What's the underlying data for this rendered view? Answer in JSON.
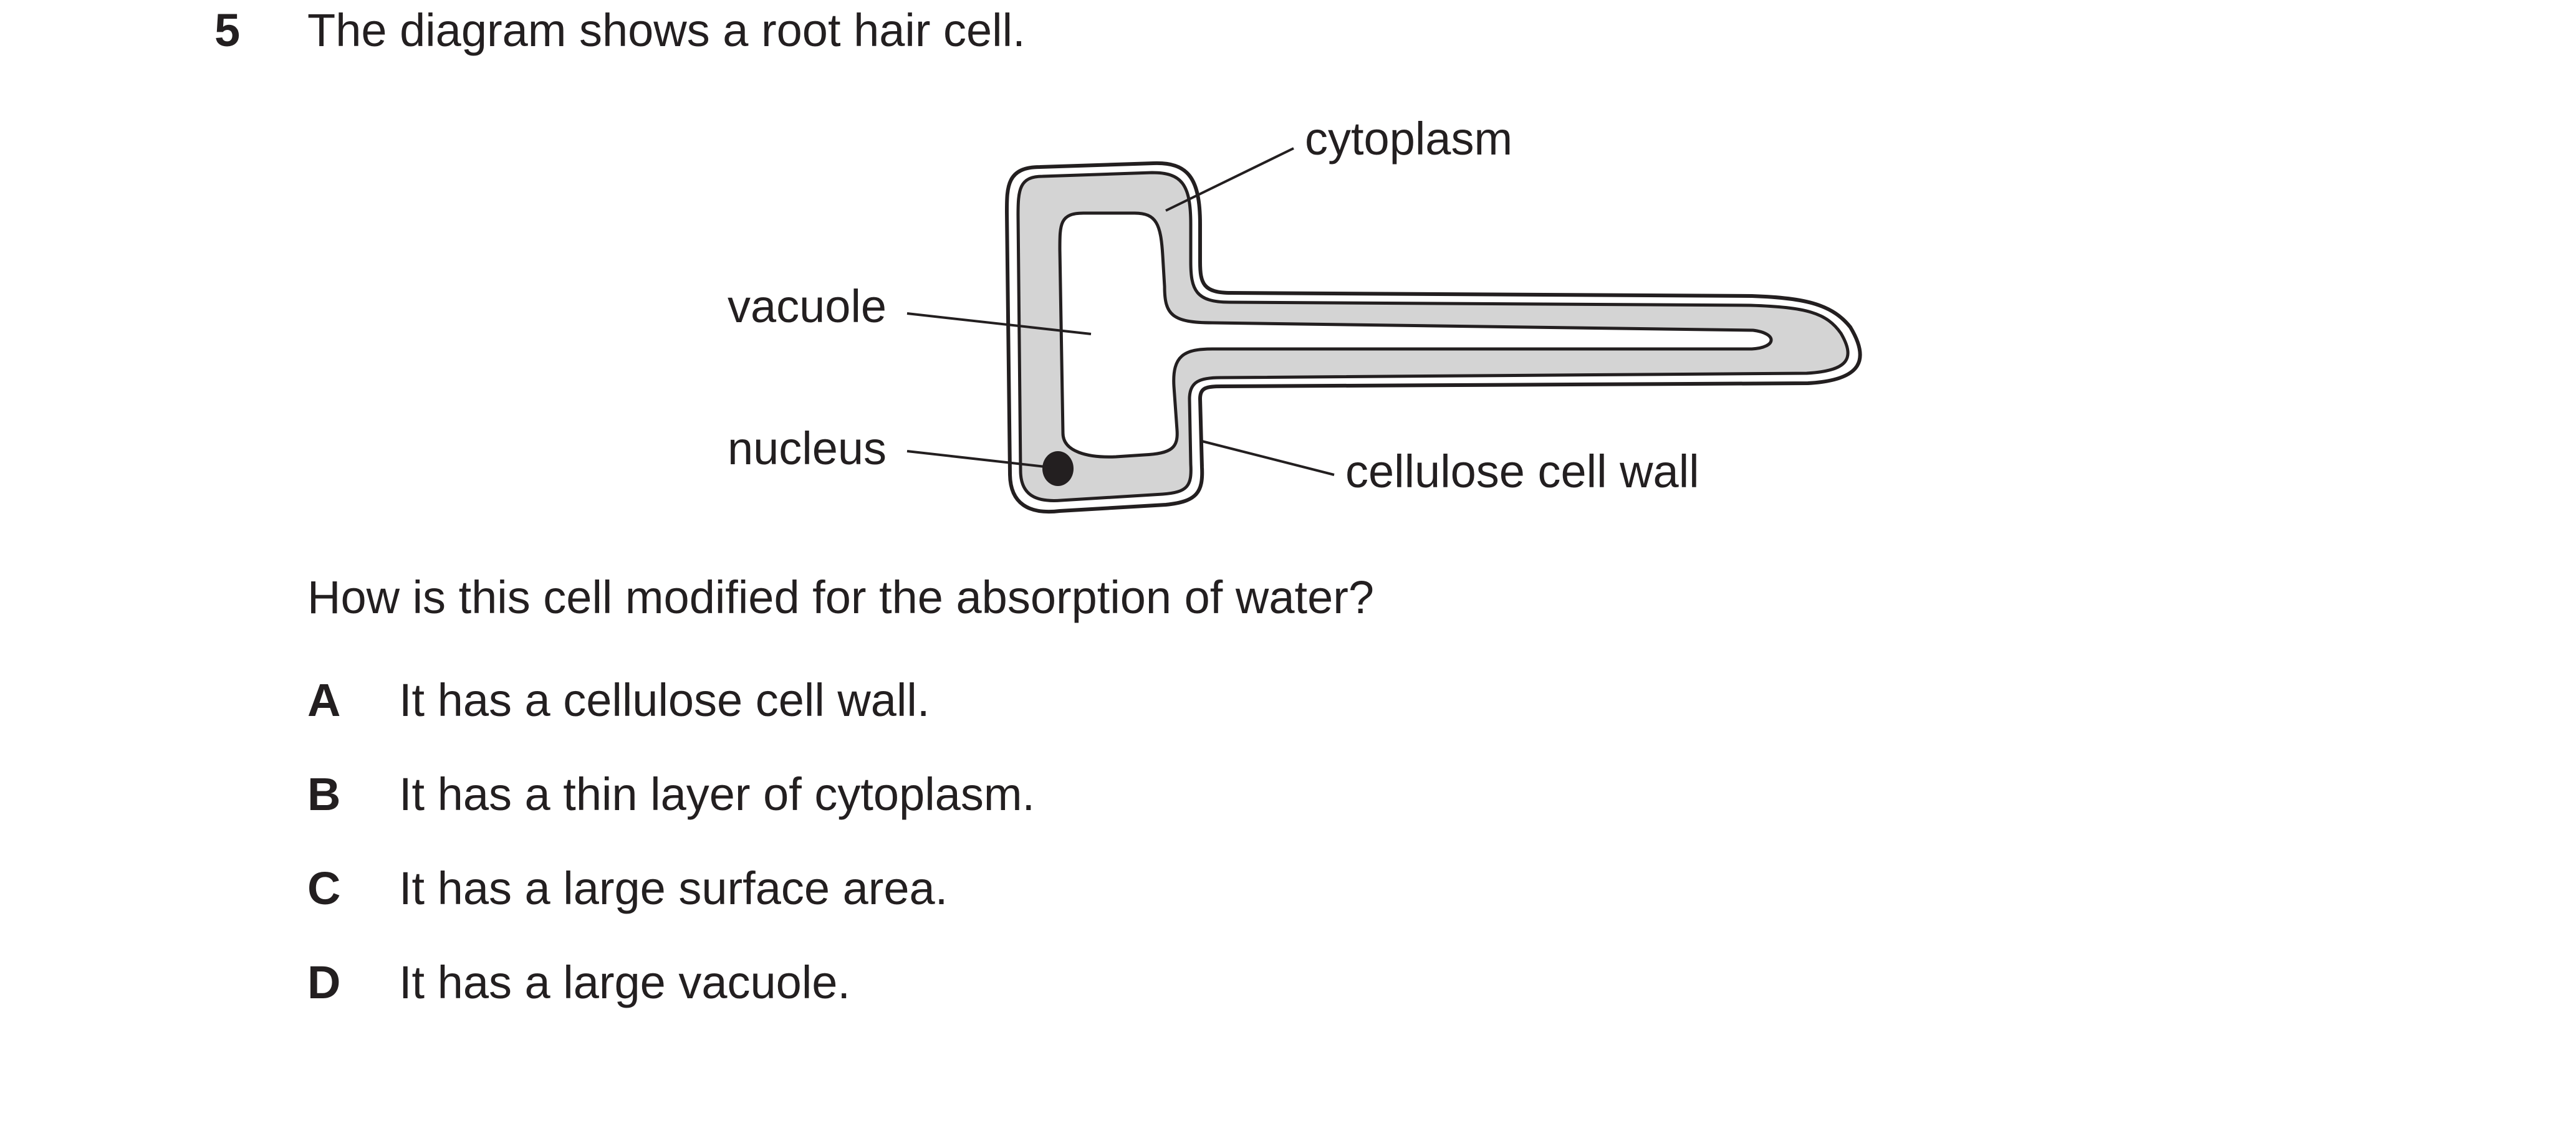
{
  "question": {
    "number": "5",
    "stem": "The diagram shows a root hair cell.",
    "prompt": "How is this cell modified for the absorption of water?",
    "options": [
      {
        "letter": "A",
        "text": "It has a cellulose cell wall."
      },
      {
        "letter": "B",
        "text": "It has a thin layer of cytoplasm."
      },
      {
        "letter": "C",
        "text": "It has a large surface area."
      },
      {
        "letter": "D",
        "text": "It has a large vacuole."
      }
    ]
  },
  "diagram": {
    "labels": {
      "cytoplasm": "cytoplasm",
      "vacuole": "vacuole",
      "nucleus": "nucleus",
      "cell_wall": "cellulose cell wall"
    },
    "colors": {
      "cytoplasm_fill": "#d4d4d4",
      "outline": "#231f20",
      "nucleus_fill": "#231f20"
    }
  }
}
